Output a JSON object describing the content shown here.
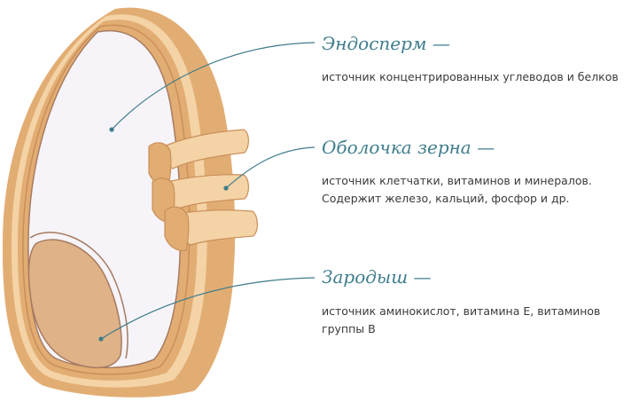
{
  "parts": [
    {
      "id": "endosperm",
      "title": "Эндосперм —",
      "lines": [
        "источник концентрированных углеводов и белков"
      ]
    },
    {
      "id": "shell",
      "title": "Оболочка зерна —",
      "lines": [
        "источник клетчатки, витаминов и минералов.",
        "Содержит железо, кальций, фосфор и др."
      ]
    },
    {
      "id": "germ",
      "title": "Зародыш —",
      "lines": [
        "источник аминокислот, витамина Е, витаминов",
        "группы В"
      ]
    }
  ],
  "colors": {
    "label": "#3f7d8c",
    "leader": "#3f7d8c",
    "text": "#3a3a3a",
    "shell_outer": "#e2ad73",
    "shell_mid": "#f4d3a6",
    "shell_edge": "#c98f59",
    "endosperm": "#f6f4f8",
    "germ": "#dfb287",
    "germ_edge": "#a77b62"
  }
}
